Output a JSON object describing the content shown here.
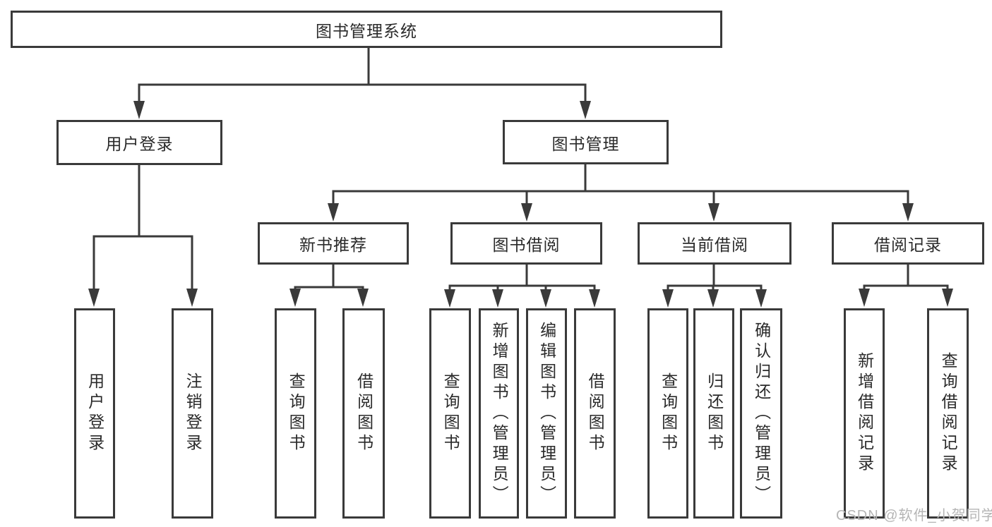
{
  "diagram": {
    "title": "图书管理系统",
    "nodes": {
      "root": "图书管理系统",
      "user_login": "用户登录",
      "book_mgmt": "图书管理",
      "new_book_rec": "新书推荐",
      "book_borrow": "图书借阅",
      "current_borrow": "当前借阅",
      "borrow_records": "借阅记录",
      "leaf_user_login": "用户登录",
      "leaf_logout": "注销登录",
      "rec_query_book": "查询图书",
      "rec_borrow_book": "借阅图书",
      "bb_query_book": "查询图书",
      "bb_add_book": "新增图书（管理员）",
      "bb_edit_book": "编辑图书（管理员）",
      "bb_borrow_book": "借阅图书",
      "cb_query_book": "查询图书",
      "cb_return_book": "归还图书",
      "cb_confirm_return": "确认归还（管理员）",
      "br_add_record": "新增借阅记录",
      "br_query_record": "查询借阅记录"
    },
    "colors": {
      "line": "#3a3a3a",
      "text": "#2a2a2a",
      "watermark_text": "#b5b5b5",
      "background": "#ffffff"
    },
    "watermark": "CSDN @软件_小贺同学"
  }
}
